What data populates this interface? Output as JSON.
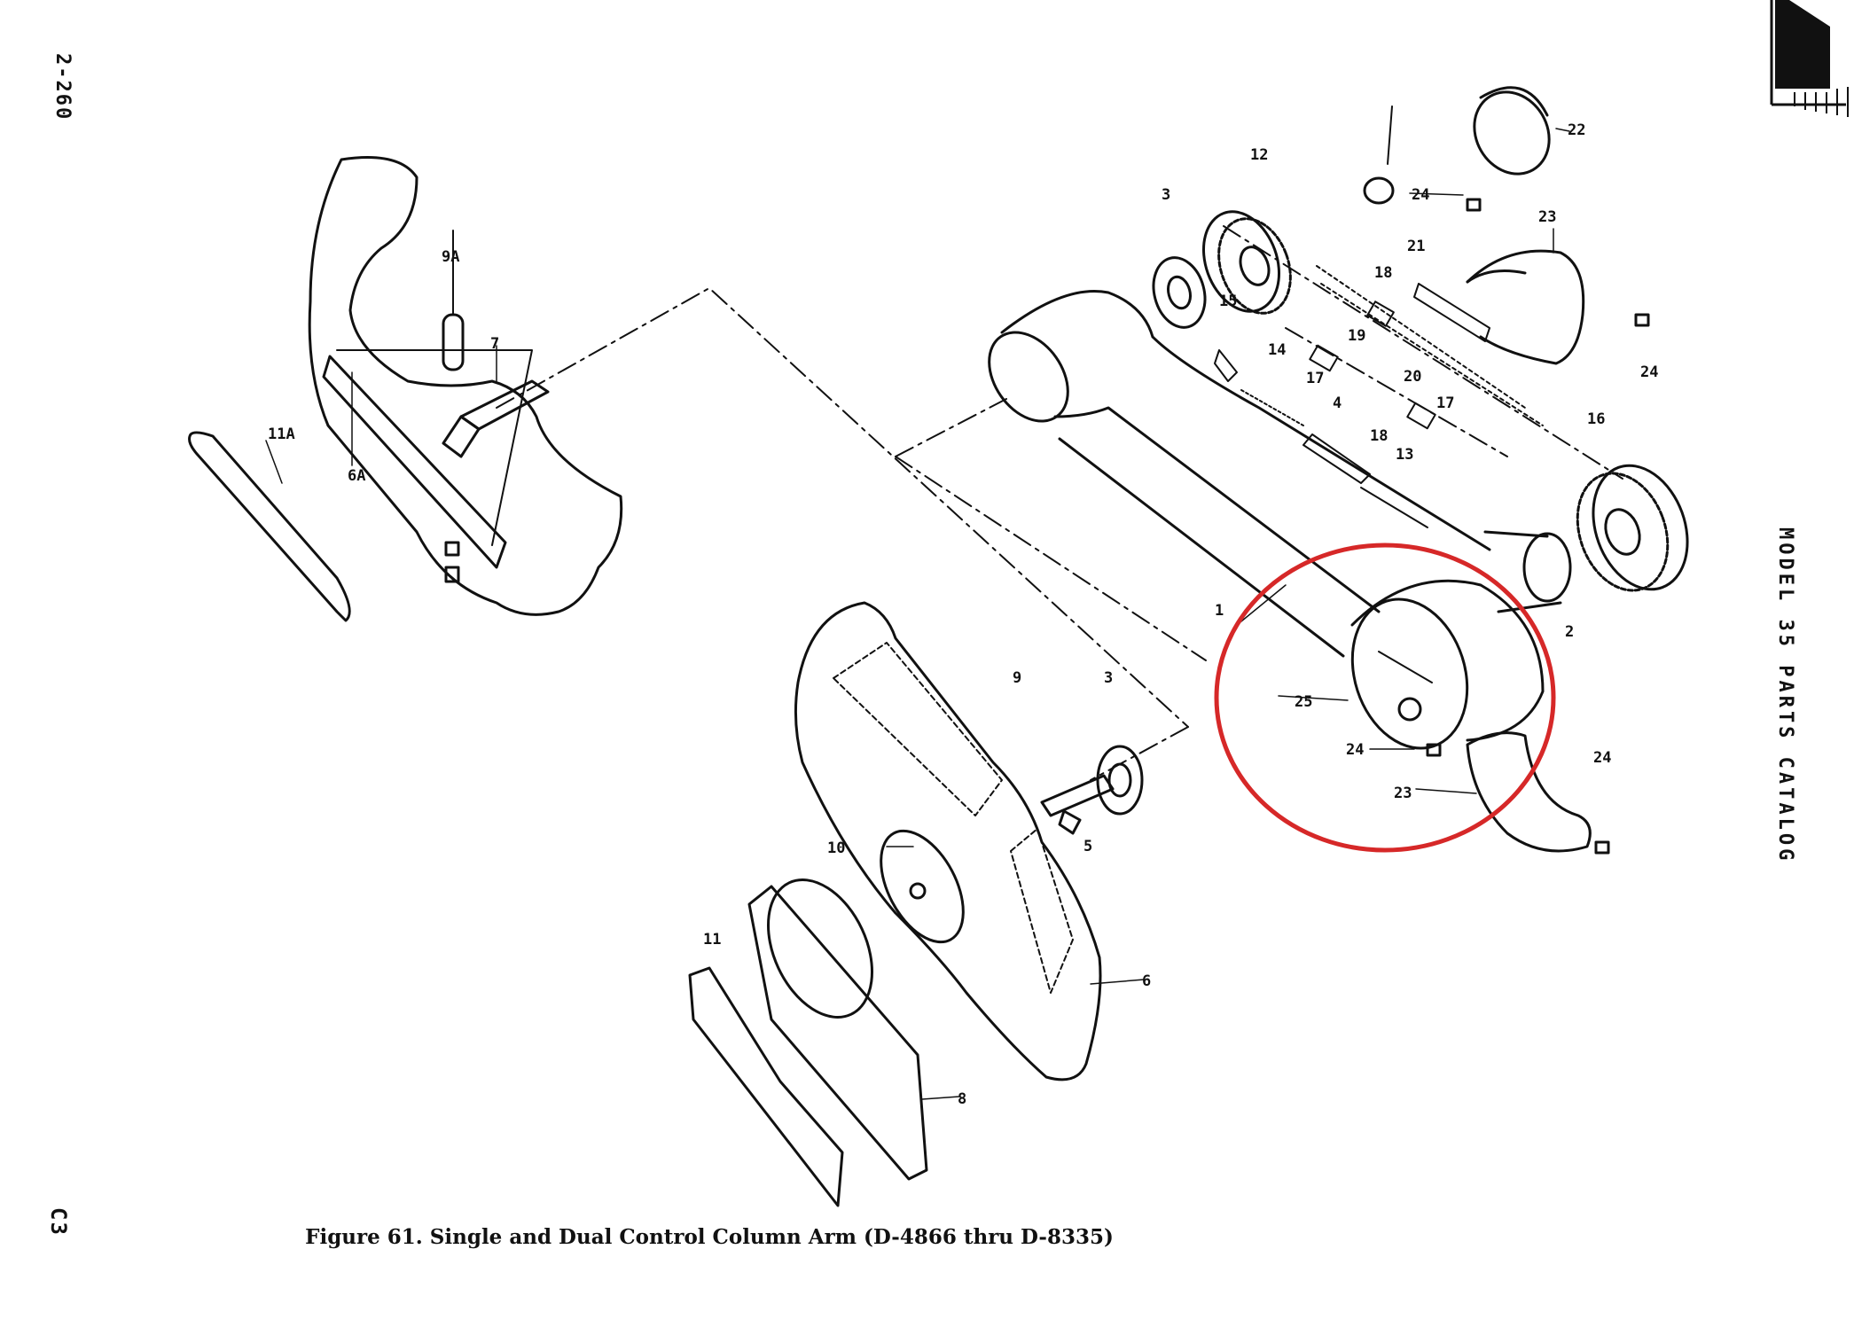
{
  "page": {
    "page_number": "2-260",
    "catalog_title": "MODEL 35 PARTS CATALOG",
    "page_code": "C3"
  },
  "figure": {
    "caption": "Figure 61.  Single and Dual Control Column Arm (D-4866 thru D-8335)"
  },
  "callouts": {
    "c1": "1",
    "c2": "2",
    "c3a": "3",
    "c3b": "3",
    "c4": "4",
    "c5": "5",
    "c6": "6",
    "c6a": "6A",
    "c7": "7",
    "c8": "8",
    "c9": "9",
    "c9a": "9A",
    "c10": "10",
    "c11": "11",
    "c11a": "11A",
    "c12": "12",
    "c13": "13",
    "c14": "14",
    "c15": "15",
    "c16": "16",
    "c17a": "17",
    "c17b": "17",
    "c18a": "18",
    "c18b": "18",
    "c19": "19",
    "c20": "20",
    "c21": "21",
    "c22": "22",
    "c23a": "23",
    "c23b": "23",
    "c24a": "24",
    "c24b": "24",
    "c24c": "24",
    "c24d": "24",
    "c25": "25"
  },
  "highlight": {
    "color": "#d62828"
  },
  "colors": {
    "ink": "#111111",
    "paper": "#ffffff"
  }
}
